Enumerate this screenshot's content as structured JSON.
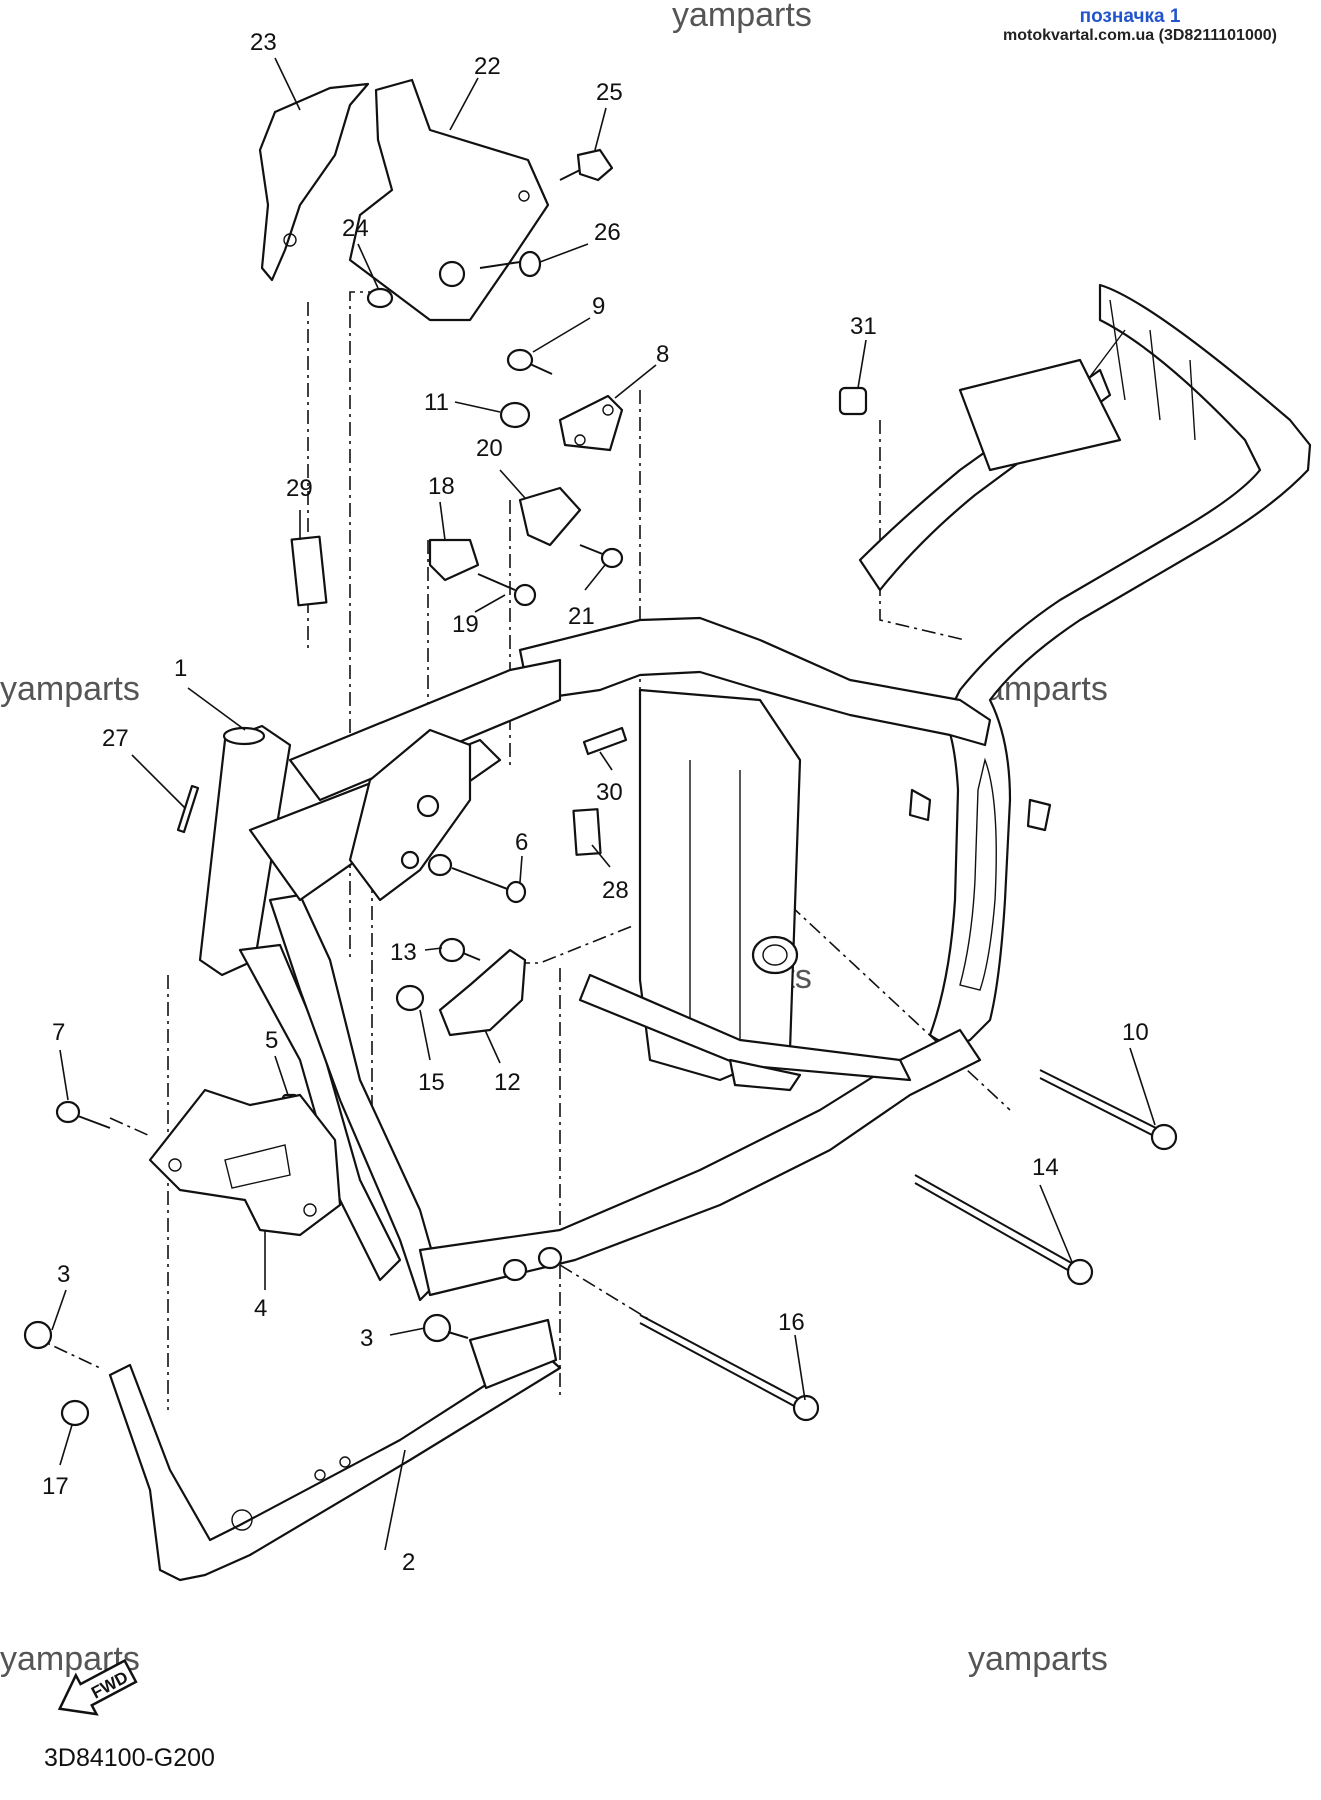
{
  "header": {
    "label": "позначка 1",
    "site": "motokvartal.com.ua (3D8211101000)"
  },
  "watermark": "yamparts",
  "diagram_code": "3D84100-G200",
  "fwd_label": "FWD",
  "callouts": [
    "1",
    "2",
    "3",
    "3",
    "4",
    "5",
    "6",
    "7",
    "8",
    "9",
    "10",
    "11",
    "12",
    "13",
    "14",
    "15",
    "16",
    "17",
    "18",
    "19",
    "20",
    "21",
    "22",
    "23",
    "24",
    "25",
    "26",
    "27",
    "28",
    "29",
    "30",
    "31"
  ],
  "colors": {
    "line": "#111111",
    "header_label": "#2255cc",
    "watermark": "#555555"
  }
}
